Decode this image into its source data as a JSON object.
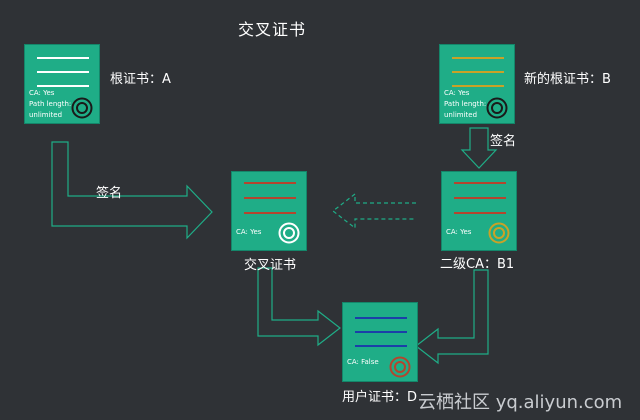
{
  "diagram": {
    "title": "交叉证书",
    "certs": {
      "root_a": {
        "label": "根证书：A",
        "info_lines": [
          "CA: Yes",
          "Path length:",
          "unlimited"
        ],
        "line_color": "#ffffff",
        "seal_color": "#1a1a1a"
      },
      "new_root_b": {
        "label": "新的根证书：B",
        "info_lines": [
          "CA: Yes",
          "Path length:",
          "unlimited"
        ],
        "line_color": "#c9a227",
        "seal_color": "#1a1a1a"
      },
      "cross": {
        "label": "交叉证书",
        "info_lines": [
          "CA: Yes"
        ],
        "line_color": "#b5452e",
        "seal_color": "#ffffff"
      },
      "intermediate_b1": {
        "label": "二级CA：B1",
        "info_lines": [
          "CA: Yes"
        ],
        "line_color": "#b5452e",
        "seal_color": "#c9a227"
      },
      "user_d": {
        "label": "用户证书：D",
        "info_lines": [
          "CA: False"
        ],
        "line_color": "#1b3fa8",
        "seal_color": "#b5452e"
      }
    },
    "arrows": {
      "sign_left": "签名",
      "sign_right": "签名"
    },
    "colors": {
      "background": "#2f3236",
      "cert_fill": "#1fad87",
      "arrow_stroke": "#1fad87"
    },
    "watermark": "云栖社区 yq.aliyun.com"
  }
}
